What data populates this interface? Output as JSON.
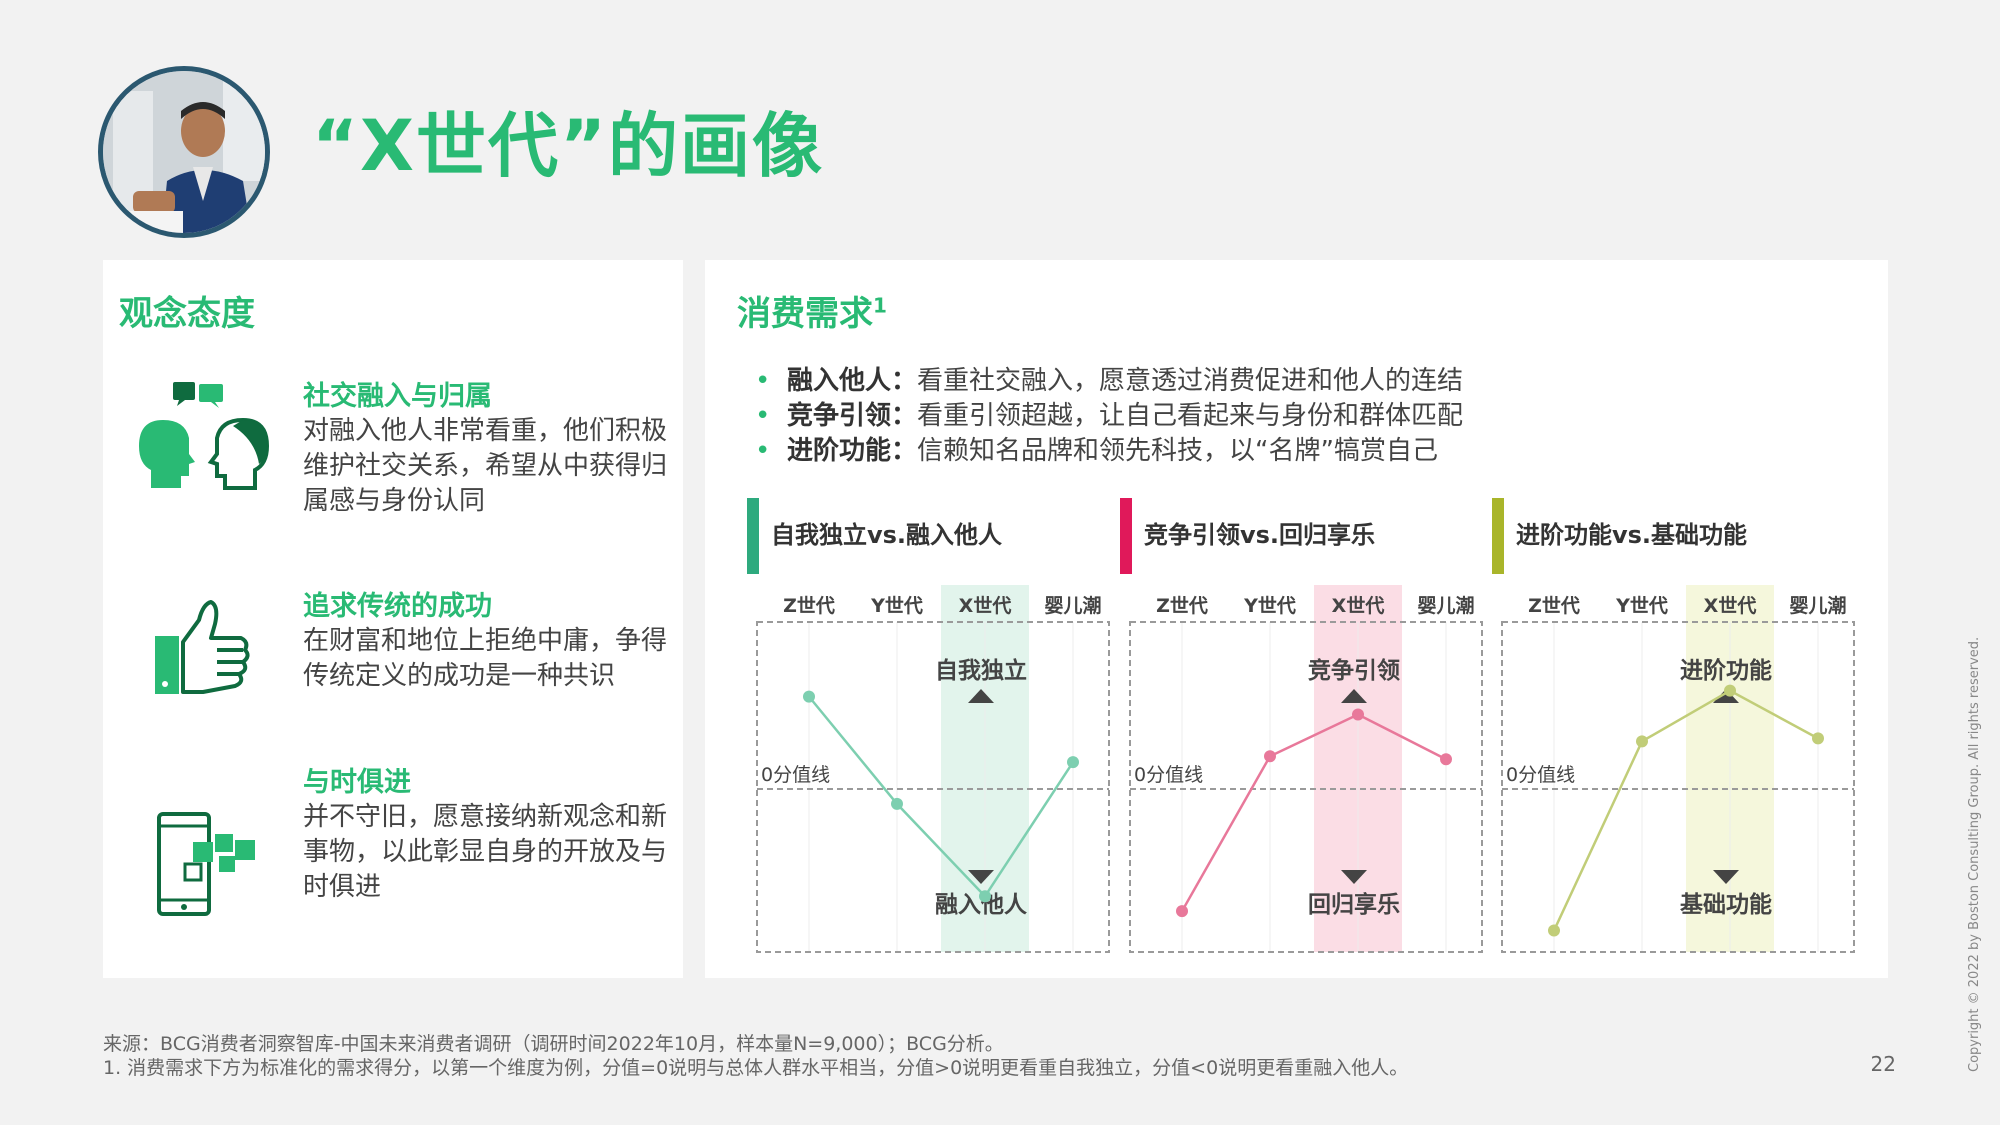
{
  "title": "“X世代”的画像",
  "left_panel": {
    "heading": "观念态度",
    "items": [
      {
        "title": "社交融入与归属",
        "text": "对融入他人非常看重，他们积极维护社交关系，希望从中获得归属感与身份认同",
        "icon": "social-people-icon"
      },
      {
        "title": "追求传统的成功",
        "text": "在财富和地位上拒绝中庸，争得传统定义的成功是一种共识",
        "icon": "thumbs-up-icon"
      },
      {
        "title": "与时俱进",
        "text": "并不守旧，愿意接纳新观念和新事物，以此彰显自身的开放及与时俱进",
        "icon": "smartphone-icon"
      }
    ]
  },
  "right_panel": {
    "heading": "消费需求",
    "heading_sup": "1",
    "bullets": [
      {
        "term": "融入他人",
        "sep": "：",
        "text": "看重社交融入，愿意透过消费促进和他人的连结"
      },
      {
        "term": "竞争引领",
        "sep": "：",
        "text": "看重引领超越，让自己看起来与身份和群体匹配"
      },
      {
        "term": "进阶功能",
        "sep": "：",
        "text": "信赖知名品牌和领先科技，以“名牌”犒赏自己"
      }
    ]
  },
  "chart_data": [
    {
      "type": "line",
      "title": "自我独立vs.融入他人",
      "categories": [
        "Z世代",
        "Y世代",
        "X世代",
        "婴儿潮"
      ],
      "highlight": "X世代",
      "top_label": "自我独立",
      "bottom_label": "融入他人",
      "zero_label": "0分值线",
      "values": [
        0.62,
        -0.1,
        -0.72,
        0.18
      ],
      "ylim": [
        -1,
        1
      ],
      "color": "#7dcfb0",
      "accent": "#2eaa7e",
      "highlight_bg": "#e2f4ec"
    },
    {
      "type": "line",
      "title": "竞争引领vs.回归享乐",
      "categories": [
        "Z世代",
        "Y世代",
        "X世代",
        "婴儿潮"
      ],
      "highlight": "X世代",
      "top_label": "竞争引领",
      "bottom_label": "回归享乐",
      "zero_label": "0分值线",
      "values": [
        -0.82,
        0.22,
        0.5,
        0.2
      ],
      "ylim": [
        -1,
        1
      ],
      "color": "#e8789a",
      "accent": "#e0195a",
      "highlight_bg": "#fbdde5"
    },
    {
      "type": "line",
      "title": "进阶功能vs.基础功能",
      "categories": [
        "Z世代",
        "Y世代",
        "X世代",
        "婴儿潮"
      ],
      "highlight": "X世代",
      "top_label": "进阶功能",
      "bottom_label": "基础功能",
      "zero_label": "0分值线",
      "values": [
        -0.95,
        0.32,
        0.66,
        0.34
      ],
      "ylim": [
        -1,
        1
      ],
      "color": "#c1cd78",
      "accent": "#a9b52a",
      "highlight_bg": "#f5f7dc"
    }
  ],
  "footnotes": [
    "来源：BCG消费者洞察智库-中国未来消费者调研（调研时间2022年10月，样本量N=9,000）；BCG分析。",
    "1. 消费需求下方为标准化的需求得分，以第一个维度为例，分值=0说明与总体人群水平相当，分值>0说明更看重自我独立，分值<0说明更看重融入他人。"
  ],
  "page_number": "22",
  "copyright": "Copyright © 2022 by Boston Consulting Group. All rights reserved."
}
